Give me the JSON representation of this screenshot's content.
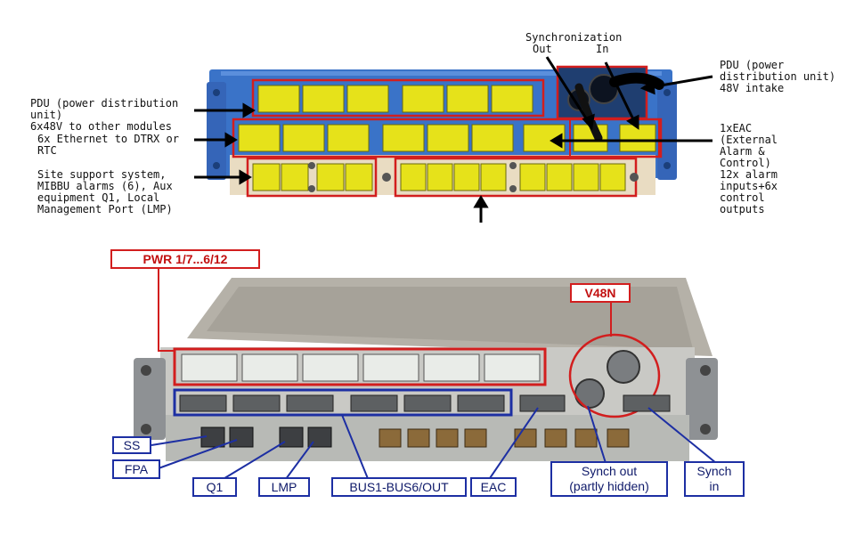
{
  "top_labels": {
    "sync_title": "Synchronization",
    "sync_out": "Out",
    "sync_in": "In",
    "pdu_intake": "PDU (power\ndistribution unit)\n48V intake",
    "pdu_left": "PDU (power distribution\nunit)\n6x48V to other modules",
    "ethernet": "6x Ethernet to DTRX or\nRTC",
    "eac": "1xEAC\n(External\nAlarm &\nControl)\n12x alarm\ninputs+6x\ncontrol\noutputs",
    "site_support": "Site support system,\nMIBBU alarms (6), Aux\nequipment Q1, Local\nManagement Port (LMP)"
  },
  "bottom_labels": {
    "pwr": "PWR 1/7...6/12",
    "v48n": "V48N",
    "ss": "SS",
    "fpa": "FPA",
    "q1": "Q1",
    "lmp": "LMP",
    "bus": "BUS1-BUS6/OUT",
    "eac": "EAC",
    "synch_out": "Synch out\n(partly hidden)",
    "synch_in": "Synch\nin"
  },
  "colors": {
    "panel_blue": "#3a73c8",
    "port_yellow": "#e6e21a",
    "highlight_red": "#d21e1e",
    "label_blue": "#1d2fa3",
    "metal": "#9aa0a6"
  }
}
